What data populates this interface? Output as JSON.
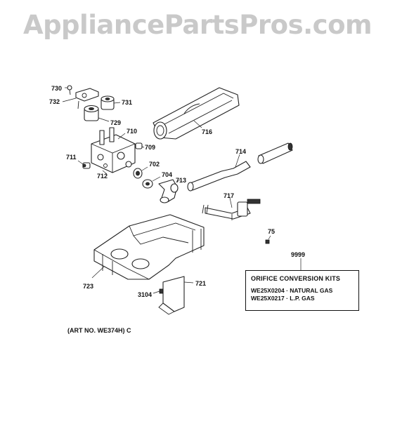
{
  "watermark": "AppliancePartsPros.com",
  "callouts": {
    "p730": "730",
    "p732": "732",
    "p731": "731",
    "p729": "729",
    "p710": "710",
    "p716": "716",
    "p709": "709",
    "p711": "711",
    "p712": "712",
    "p702": "702",
    "p704": "704",
    "p713": "713",
    "p714": "714",
    "p717": "717",
    "p75": "75",
    "p9999": "9999",
    "p723": "723",
    "p721": "721",
    "p3104": "3104"
  },
  "kit": {
    "title": "ORIFICE CONVERSION KITS",
    "rows": [
      "WE25X0204 · NATURAL GAS",
      "WE25X0217 · L.P. GAS"
    ]
  },
  "art_number": "(ART NO. WE374H) C"
}
